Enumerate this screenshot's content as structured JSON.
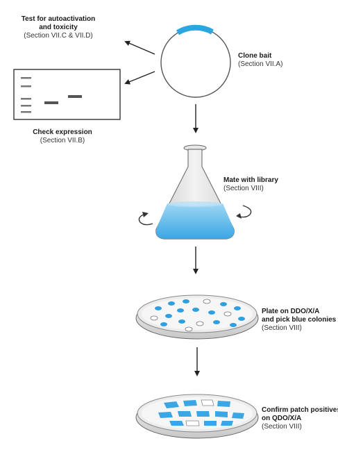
{
  "steps": {
    "autoactivation": {
      "title_line1": "Test for autoactivation",
      "title_line2": "and toxicity",
      "section": "(Section VII.C & VII.D)"
    },
    "clone_bait": {
      "title": "Clone bait",
      "section": "(Section VII.A)"
    },
    "check_expression": {
      "title": "Check expression",
      "section": "(Section VII.B)"
    },
    "mate_library": {
      "title": "Mate with library",
      "section": "(Section VIII)"
    },
    "plate_ddo": {
      "title_line1": "Plate on DDO/X/A",
      "title_line2": "and pick blue colonies",
      "section": "(Section VIII)"
    },
    "confirm_patch": {
      "title_line1": "Confirm patch positives",
      "title_line2": "on QDO/X/A",
      "section": "(Section VIII)"
    }
  },
  "colors": {
    "plasmid_insert": "#2aa7e0",
    "liquid": "#4fb3e8",
    "colony_blue": "#2f9fe0",
    "colony_white": "#ffffff",
    "outline": "#555555",
    "glass": "#e6e6e6",
    "band": "#666666"
  }
}
